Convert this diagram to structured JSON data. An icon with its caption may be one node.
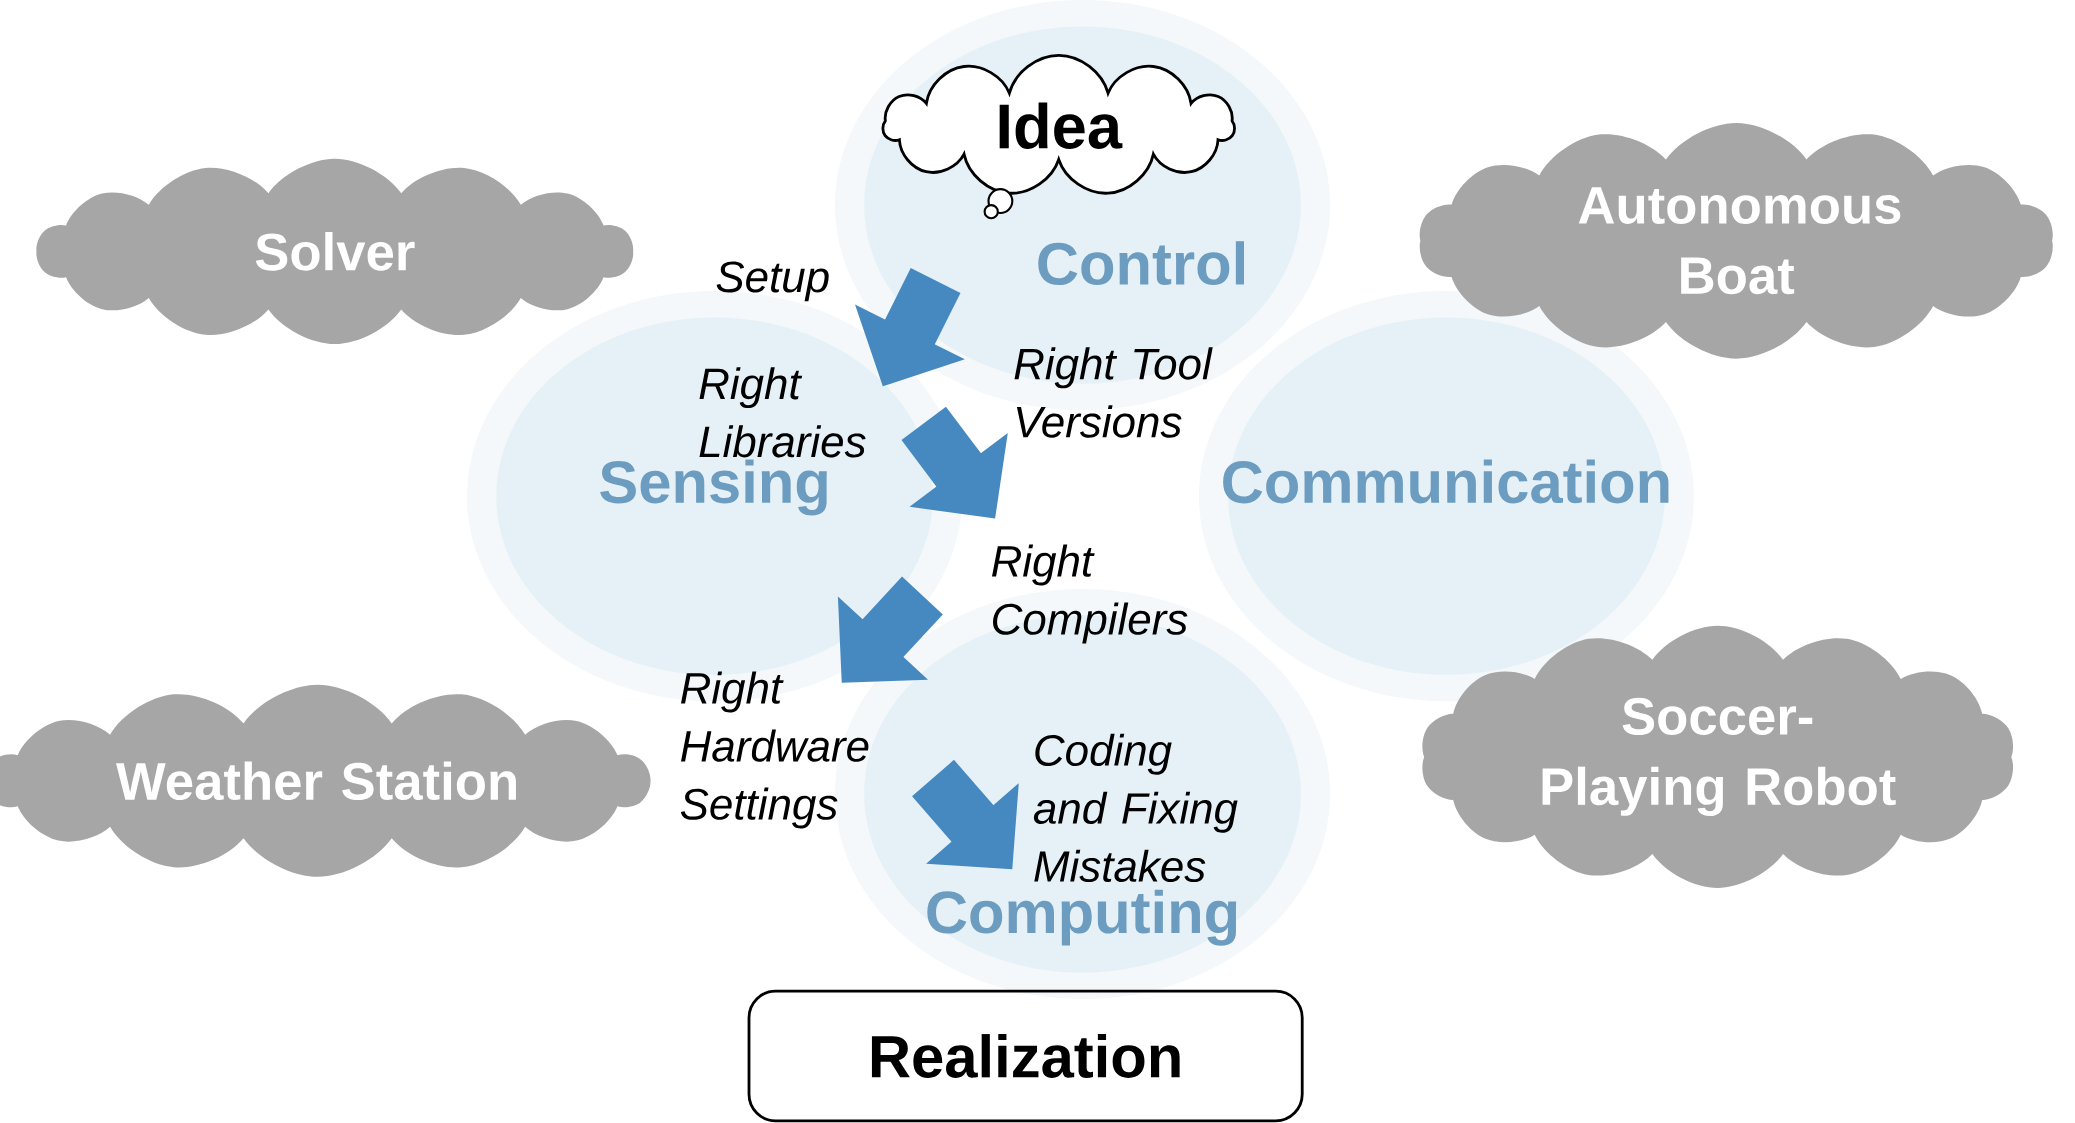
{
  "diagram": {
    "nodes": [
      {
        "text": [
          "Control"
        ]
      },
      {
        "text": [
          "Sensing"
        ]
      },
      {
        "text": [
          "Communication"
        ]
      },
      {
        "text": [
          "Computing"
        ]
      },
      {
        "text": [
          "Idea"
        ],
        "in": 0
      },
      {
        "text": [
          "Solver"
        ]
      },
      {
        "text": [
          "Autonomous Boat"
        ]
      },
      {
        "text": [
          "Weather Station"
        ]
      },
      {
        "text": [
          "Soccer-Playing Robot"
        ]
      },
      {
        "text": [
          "Realization"
        ]
      }
    ],
    "edges": [
      {
        "from": 0,
        "to": 1,
        "arrow": "to",
        "color": "#4589c0"
      },
      {
        "from": 1,
        "to": null,
        "arrow": "to",
        "color": "#4589c0"
      },
      {
        "from": 3,
        "to": 1,
        "arrow": "to",
        "color": "#4589c0"
      },
      {
        "from": 3,
        "to": null,
        "arrow": "to",
        "color": "#4589c0"
      }
    ],
    "labels": [
      "Setup",
      "Right Tool Versions",
      "Right Libraries",
      "Right Compilers",
      "Right Hardware Settings",
      "Coding and Fixing Mistakes"
    ]
  }
}
